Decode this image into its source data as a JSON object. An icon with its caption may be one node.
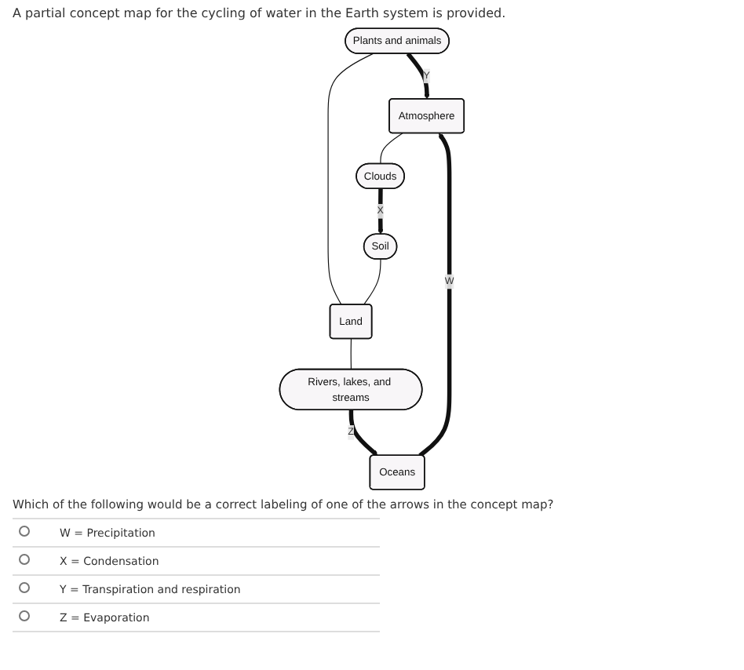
{
  "diagram": {
    "title": "A partial concept map for the cycling of water in the Earth system is provided.",
    "nodes": [
      {
        "text": [
          "Atmosphere"
        ]
      },
      {
        "text": [
          "Clouds"
        ]
      },
      {
        "text": [
          "Plants and animals"
        ]
      },
      {
        "text": [
          "Oceans"
        ]
      },
      {
        "text": [
          "Soil"
        ]
      },
      {
        "text": [
          "Land"
        ]
      },
      {
        "text": [
          "Rivers, lakes, and streams"
        ]
      }
    ],
    "edges": [
      {
        "from": 3,
        "to": 0,
        "arrow": "to",
        "label": "W",
        "style": "thick"
      },
      {
        "from": 2,
        "to": 0,
        "arrow": "to",
        "label": "Y",
        "style": "thick"
      },
      {
        "from": 0,
        "to": 1,
        "arrow": "none"
      },
      {
        "from": 1,
        "to": 4,
        "arrow": "to",
        "label": "X",
        "style": "thick"
      },
      {
        "from": 2,
        "to": 5,
        "arrow": "none"
      },
      {
        "from": 4,
        "to": 5,
        "arrow": "none"
      },
      {
        "from": 5,
        "to": 6,
        "arrow": "none"
      },
      {
        "from": 6,
        "to": 3,
        "arrow": "to",
        "label": "Z",
        "style": "thick"
      }
    ],
    "labels": [
      "Which of the following would be a correct labeling of one of the arrows in the concept map?",
      "W = Precipitation",
      "X = Condensation",
      "Y = Transpiration and respiration",
      "Z = Evaporation"
    ]
  }
}
